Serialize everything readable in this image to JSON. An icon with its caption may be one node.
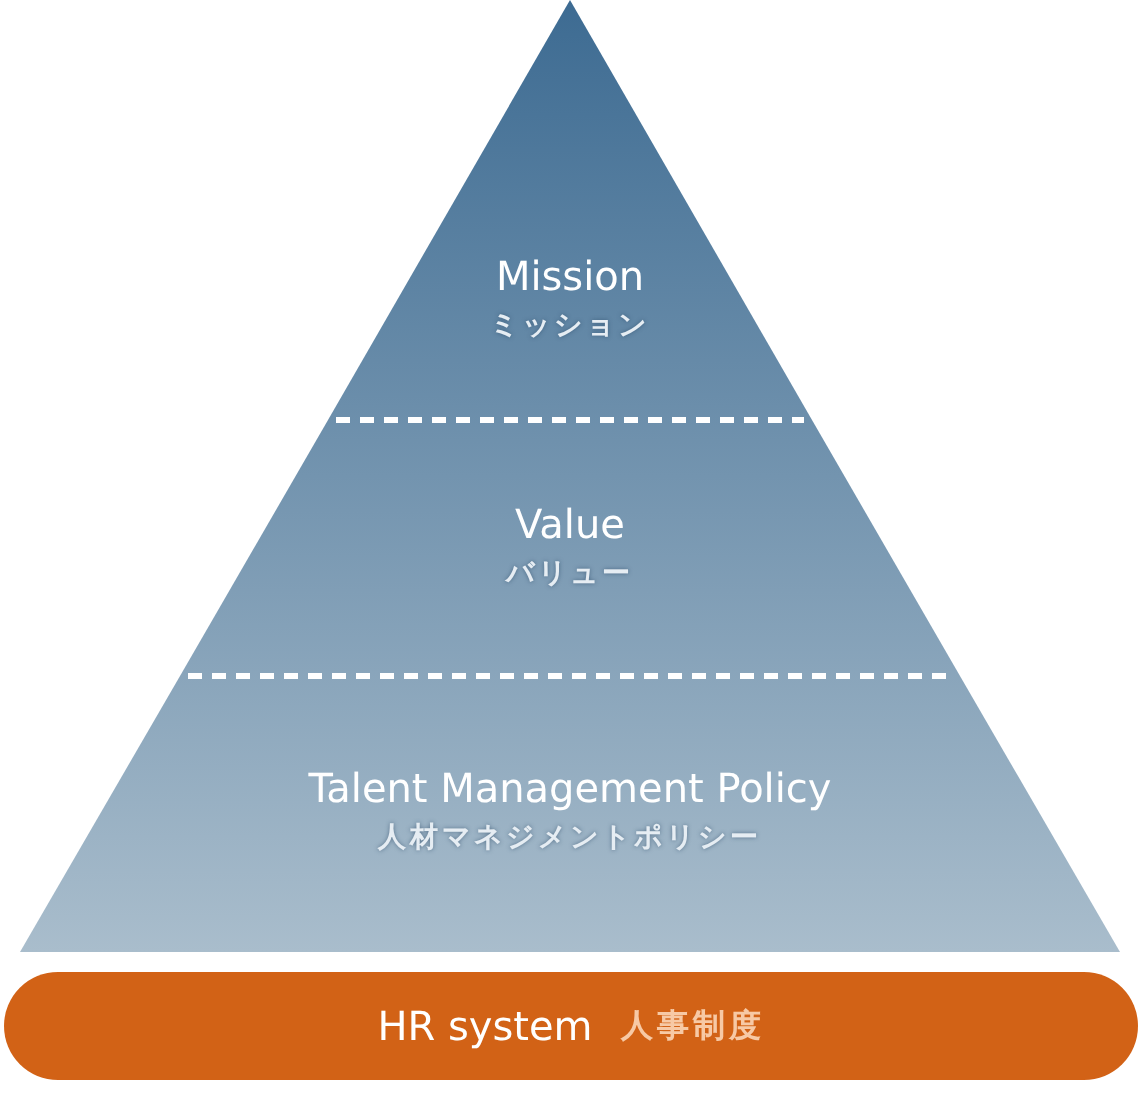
{
  "diagram": {
    "nodes": [
      {
        "text": [
          "Mission",
          "ミッション"
        ]
      },
      {
        "text": [
          "Value",
          "バリュー"
        ]
      },
      {
        "text": [
          "Talent Management Policy",
          "人材マネジメントポリシー"
        ]
      },
      {
        "text": [
          "HR system",
          "人事制度"
        ]
      }
    ]
  }
}
